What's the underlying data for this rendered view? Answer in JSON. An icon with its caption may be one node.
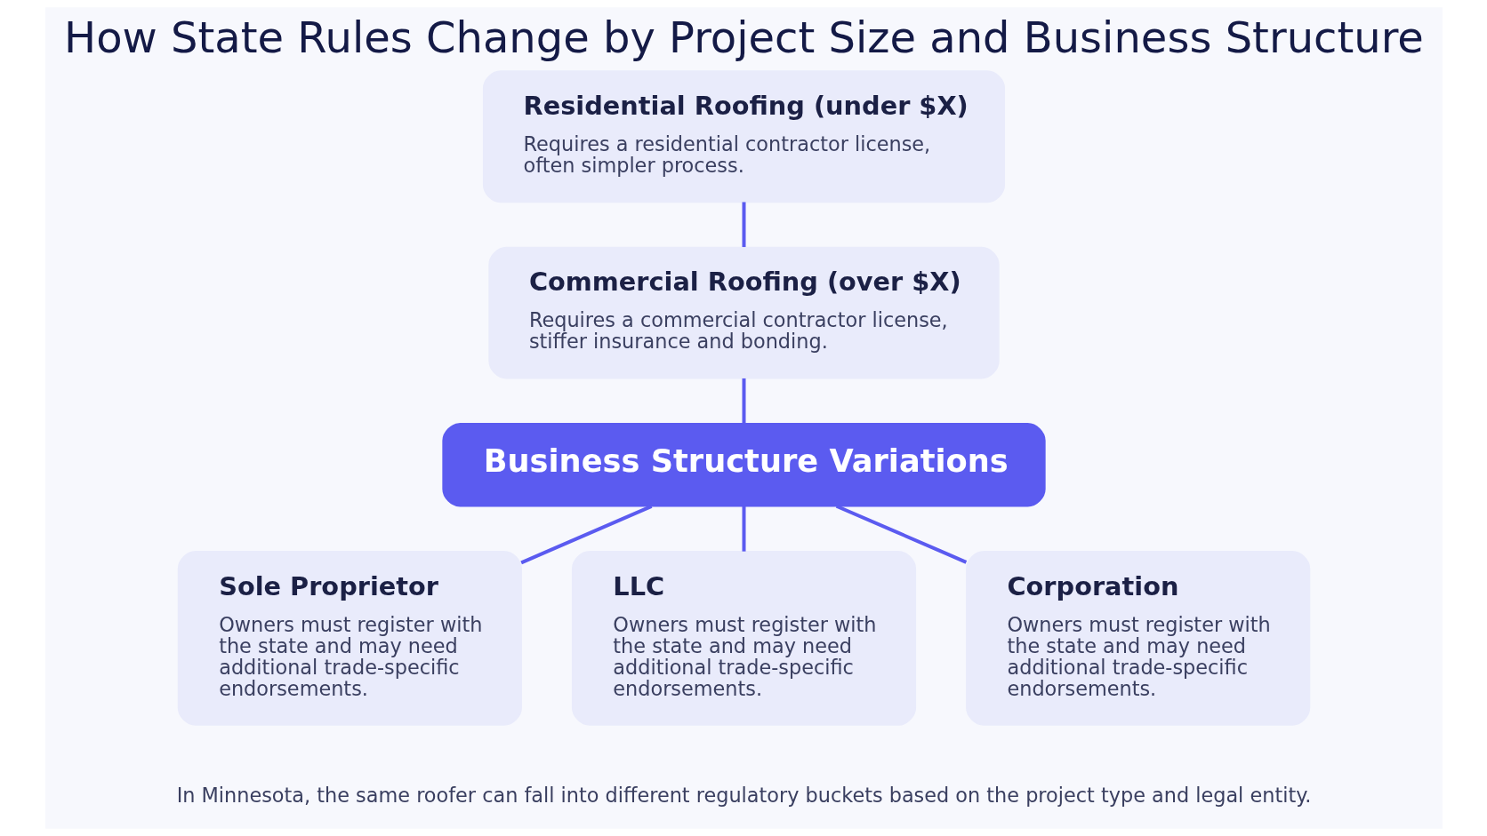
{
  "diagram": {
    "title": "How State Rules Change by Project Size and Business Structure",
    "caption": "In Minnesota, the same roofer can fall into different regulatory buckets based on the project type and legal entity.",
    "nodes": [
      {
        "text": [
          "Residential Roofing (under $X)",
          "Requires a residential contractor license, often simpler process."
        ]
      },
      {
        "text": [
          "Commercial Roofing (over $X)",
          "Requires a commercial contractor license, stiffer insurance and bonding."
        ]
      },
      {
        "text": [
          "Business Structure Variations"
        ]
      },
      {
        "text": [
          "Sole Proprietor",
          "Owners must register with the state and may need additional trade-specific endorsements."
        ]
      },
      {
        "text": [
          "LLC",
          "Owners must register with the state and may need additional trade-specific endorsements."
        ]
      },
      {
        "text": [
          "Corporation",
          "Owners must register with the state and may need additional trade-specific endorsements."
        ]
      }
    ],
    "edges": [
      {
        "from": 0,
        "to": 1,
        "arrow": "none"
      },
      {
        "from": 1,
        "to": 2,
        "arrow": "none"
      },
      {
        "from": 2,
        "to": 3,
        "arrow": "none"
      },
      {
        "from": 2,
        "to": 4,
        "arrow": "none"
      },
      {
        "from": 2,
        "to": 5,
        "arrow": "none"
      }
    ]
  }
}
